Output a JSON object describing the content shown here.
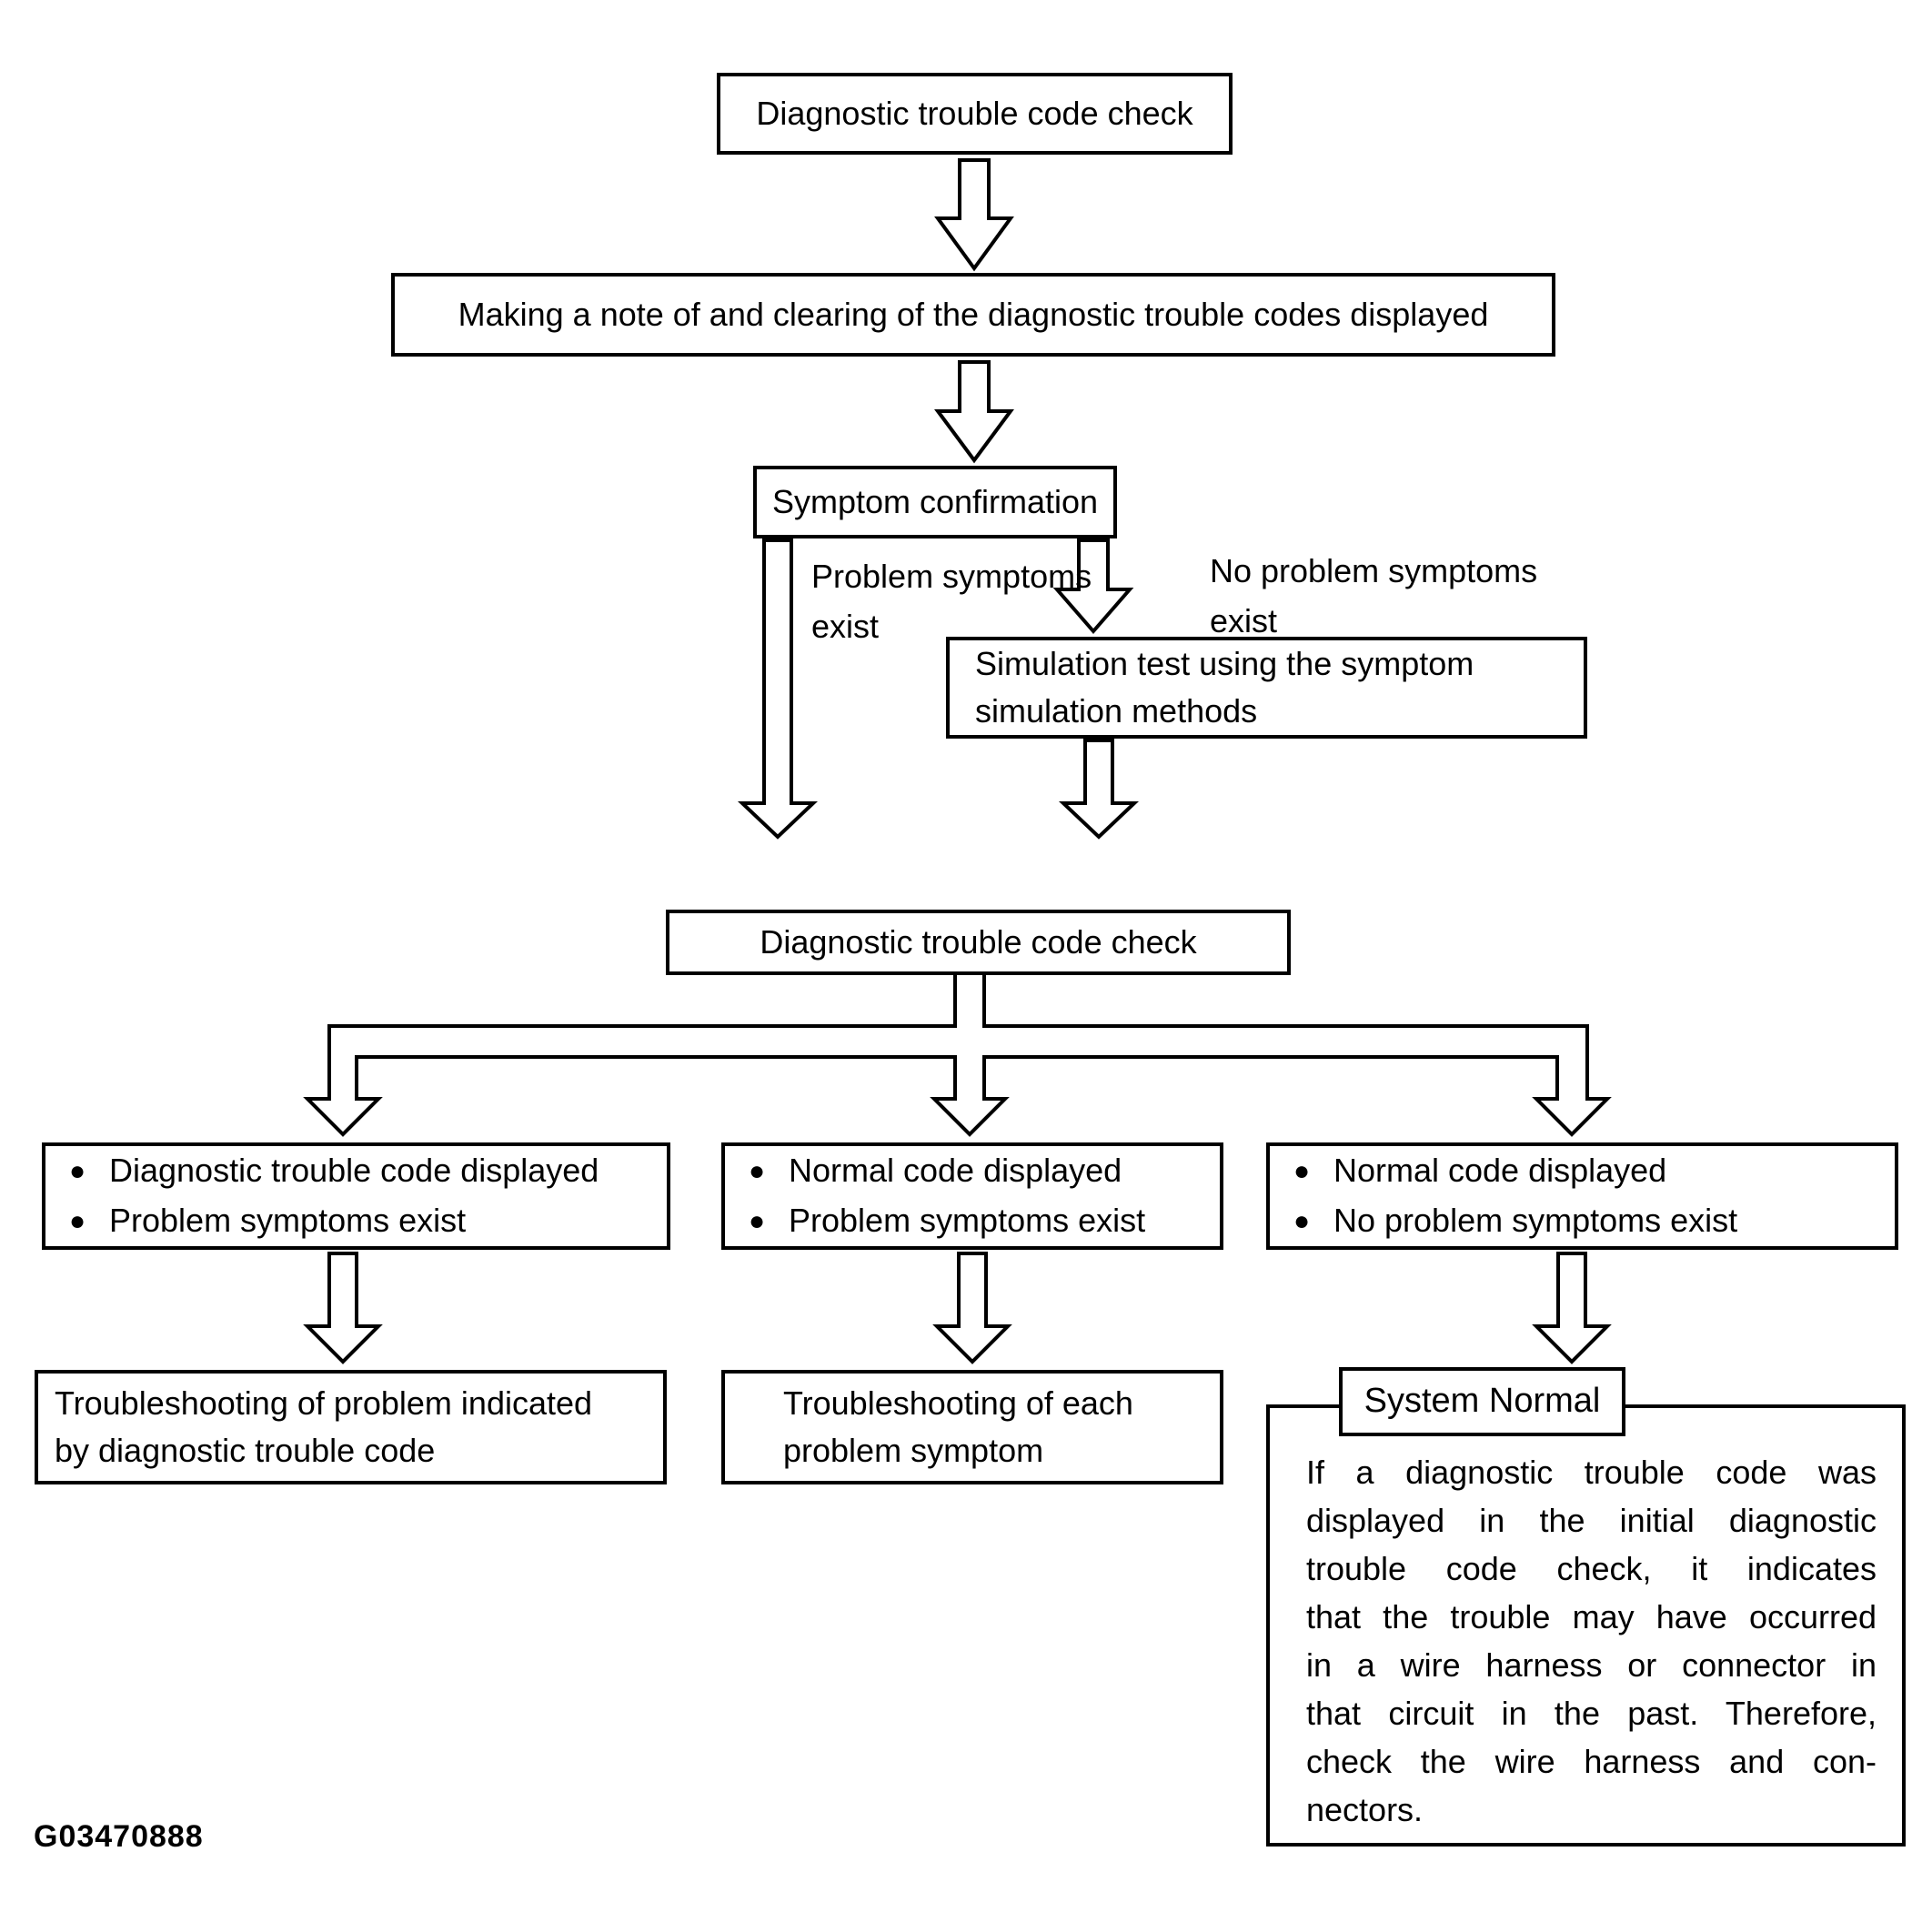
{
  "figure_id": "G03470888",
  "colors": {
    "background": "#ffffff",
    "line": "#000000",
    "text": "#000000"
  },
  "bullet_char": "●",
  "flow": {
    "dtc_check_1": "Diagnostic trouble code check",
    "note_and_clear": "Making a note of and clearing of the diagnostic trouble codes displayed",
    "symptom_confirmation": "Symptom confirmation",
    "branch_left_label": {
      "lines": [
        "Problem symptoms",
        "exist"
      ]
    },
    "branch_right_label": {
      "lines": [
        "No problem symptoms",
        "exist"
      ]
    },
    "simulation_test": {
      "lines": [
        "Simulation test using the symptom",
        "simulation methods"
      ]
    },
    "dtc_check_2": "Diagnostic trouble code check",
    "outcomes": [
      {
        "bullets": [
          "Diagnostic trouble code displayed",
          "Problem symptoms exist"
        ],
        "result": {
          "lines": [
            "Troubleshooting of problem indicated",
            "by diagnostic trouble code"
          ]
        }
      },
      {
        "bullets": [
          "Normal code displayed",
          "Problem symptoms exist"
        ],
        "result": {
          "lines": [
            "Troubleshooting of each",
            "problem symptom"
          ]
        }
      },
      {
        "bullets": [
          "Normal code displayed",
          "No problem symptoms exist"
        ],
        "result_title": "System Normal",
        "note_lines": [
          "If a diagnostic trouble code was",
          "displayed in the initial diagnostic",
          "trouble code check, it indicates",
          "that the trouble may have occurred",
          "in a wire harness or connector in",
          "that circuit in the past. Therefore,",
          "check the wire harness and con-",
          "nectors."
        ]
      }
    ]
  }
}
